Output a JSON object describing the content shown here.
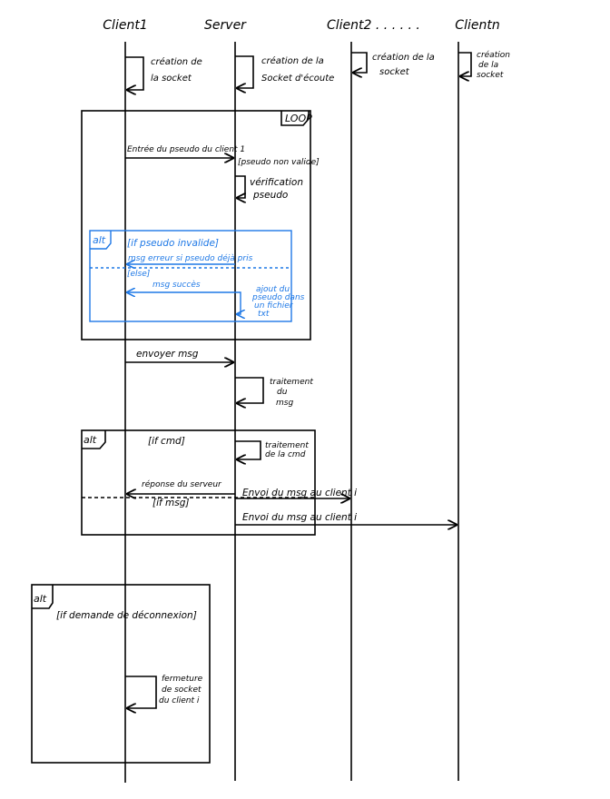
{
  "participants": [
    "Client1",
    "Server",
    "Client2 . . . . . .",
    "Clientn"
  ],
  "setup_notes": {
    "client1": [
      "création de",
      "la socket"
    ],
    "server": [
      "création de la",
      "Socket d'écoute"
    ],
    "client2": [
      "création de la",
      "socket"
    ],
    "clientn": [
      "création",
      "de la",
      "socket"
    ]
  },
  "loop": {
    "label": "LOOP",
    "msg_pseudo": "Entrée du pseudo du client 1",
    "guard_pseudo": "[pseudo non valide]",
    "verif_note": [
      "vérification",
      "pseudo"
    ],
    "alt": {
      "label": "alt",
      "guard_invalid": "[if pseudo invalide]",
      "msg_error": "msg erreur si pseudo déjà pris",
      "guard_else": "[else]",
      "msg_success": "msg succès",
      "add_note": [
        "ajout du",
        "pseudo dans",
        "un fichier",
        "txt"
      ]
    }
  },
  "send": {
    "msg": "envoyer msg",
    "treat_note": [
      "traitement",
      "du",
      "msg"
    ]
  },
  "alt_cmd": {
    "label": "alt",
    "guard_cmd": "[if cmd]",
    "treat_cmd_note": [
      "traitement",
      "de la cmd"
    ],
    "response": "réponse du serveur",
    "guard_msg": "[if msg]",
    "send_client2": "Envoi du msg au client i",
    "send_clientn": "Envoi du msg au client i"
  },
  "alt_disconnect": {
    "label": "alt",
    "guard": "[if demande de déconnexion]",
    "close_note": [
      "fermeture",
      "de socket",
      "du client i"
    ]
  },
  "colors": {
    "ink": "#000000",
    "alt_blue": "#1e78e6"
  }
}
